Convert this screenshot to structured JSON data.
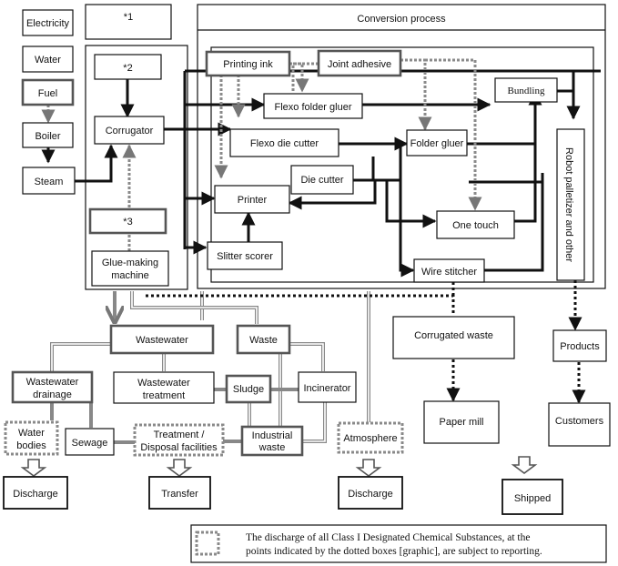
{
  "inputs": {
    "electricity": "Electricity",
    "water": "Water",
    "fuel": "Fuel",
    "boiler": "Boiler",
    "steam": "Steam",
    "note1": "*1",
    "note2": "*2",
    "note3": "*3"
  },
  "corrugating": {
    "corrugator": "Corrugator",
    "glue_machine_line1": "Glue-making",
    "glue_machine_line2": "machine"
  },
  "conversion": {
    "title": "Conversion process",
    "printing_ink": "Printing ink",
    "joint_adhesive": "Joint adhesive",
    "bundling": "Bundling",
    "flexo_folder_gluer": "Flexo folder gluer",
    "flexo_die_cutter": "Flexo die cutter",
    "folder_gluer": "Folder gluer",
    "die_cutter": "Die cutter",
    "printer": "Printer",
    "one_touch": "One touch",
    "slitter_scorer": "Slitter scorer",
    "wire_stitcher": "Wire stitcher",
    "robot_palletizer": "Robot palletizer and other"
  },
  "waste_flow": {
    "wastewater": "Wastewater",
    "waste": "Waste",
    "wastewater_drainage_line1": "Wastewater",
    "wastewater_drainage_line2": "drainage",
    "wastewater_treatment_line1": "Wastewater",
    "wastewater_treatment_line2": "treatment",
    "sludge": "Sludge",
    "incinerator": "Incinerator",
    "water_bodies_line1": "Water",
    "water_bodies_line2": "bodies",
    "sewage": "Sewage",
    "treatment_line1": "Treatment /",
    "treatment_line2": "Disposal facilities",
    "industrial_waste_line1": "Industrial",
    "industrial_waste_line2": "waste",
    "atmosphere": "Atmosphere"
  },
  "outputs": {
    "corrugated_waste": "Corrugated waste",
    "paper_mill": "Paper mill",
    "products": "Products",
    "customers": "Customers"
  },
  "destinations": {
    "discharge_left": "Discharge",
    "transfer": "Transfer",
    "discharge_right": "Discharge",
    "shipped": "Shipped"
  },
  "legend": {
    "line1": "The discharge of all Class I Designated Chemical Substances, at the",
    "line2": "points indicated by the dotted boxes [graphic], are subject to reporting."
  },
  "colors": {
    "line": "#111111",
    "dotted_border": "#8a8a8a",
    "background": "#ffffff"
  }
}
